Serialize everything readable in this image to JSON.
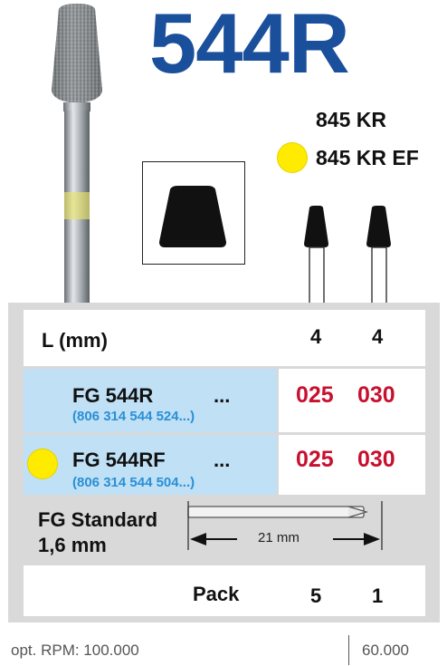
{
  "product": {
    "code": "544R"
  },
  "references": [
    {
      "text": "845 KR",
      "dot": false
    },
    {
      "text": "845 KR EF",
      "dot": true
    }
  ],
  "table": {
    "length": {
      "label": "L (mm)",
      "values": [
        "4",
        "4"
      ]
    },
    "rows": [
      {
        "name": "FG 544R",
        "ellipsis": "...",
        "order": "(806 314 544 524...)",
        "sizes": [
          "025",
          "030"
        ],
        "dot": false
      },
      {
        "name": "FG 544RF",
        "ellipsis": "...",
        "order": "(806 314 544 504...)",
        "sizes": [
          "025",
          "030"
        ],
        "dot": true
      }
    ],
    "shank": {
      "line1": "FG Standard",
      "line2": "1,6 mm",
      "dimension": "21 mm"
    },
    "pack": {
      "label": "Pack",
      "values": [
        "5",
        "1"
      ]
    }
  },
  "footer": {
    "rpm": "opt. RPM: 100.000",
    "rpm_alt": "60.000"
  },
  "colors": {
    "brand_blue": "#1a4f9c",
    "code_red": "#c8102e",
    "yellow": "#ffeb00",
    "row_blue": "#bfe0f5",
    "table_gray": "#d9d9d9",
    "subcode_blue": "#2a8fd6"
  }
}
